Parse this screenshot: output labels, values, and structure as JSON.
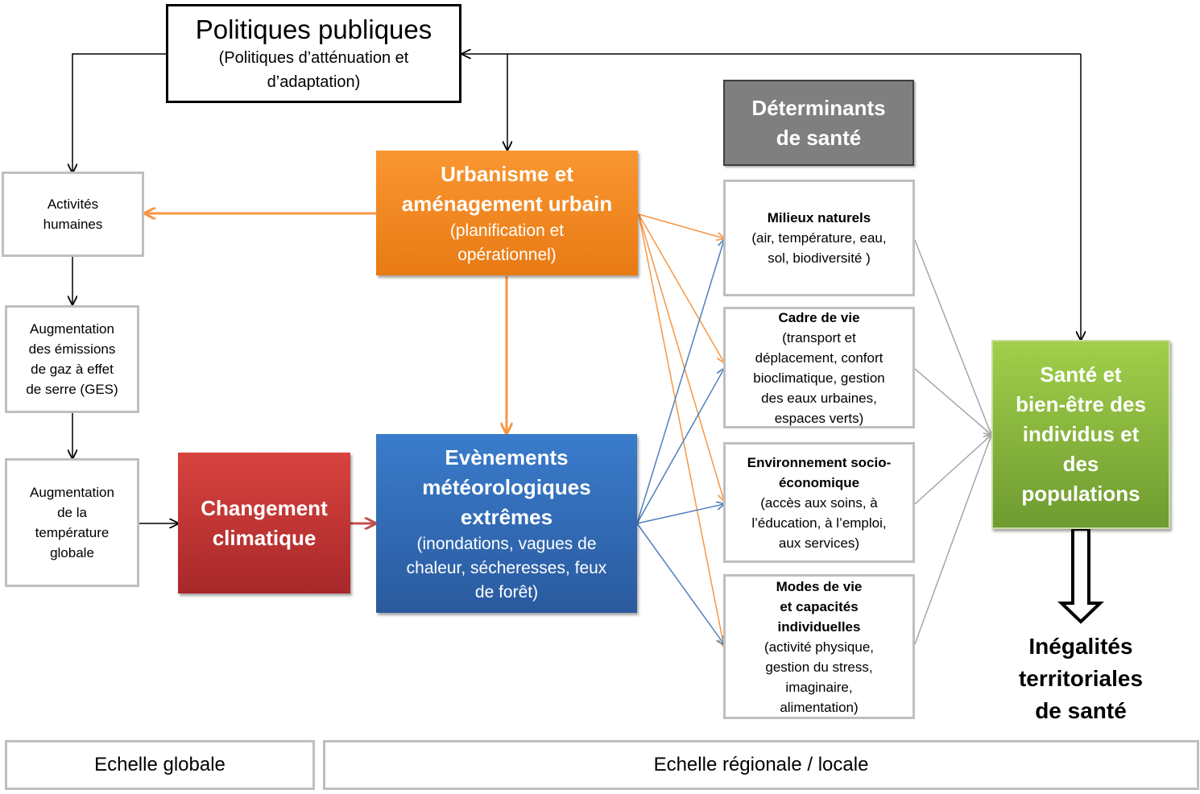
{
  "politiques": {
    "title": "Politiques publiques",
    "subtitle_1": "(Politiques d’atténuation et",
    "subtitle_2": "d’adaptation)"
  },
  "activites": {
    "line_1": "Activités",
    "line_2": "humaines"
  },
  "emissions": {
    "line_1": "Augmentation",
    "line_2": "des émissions",
    "line_3": "de gaz à effet",
    "line_4": "de serre (GES)"
  },
  "temperature": {
    "line_1": "Augmentation",
    "line_2": "de la",
    "line_3": "température",
    "line_4": "globale"
  },
  "changement": {
    "line_1": "Changement",
    "line_2": "climatique"
  },
  "urbanisme": {
    "title_1": "Urbanisme et",
    "title_2": "aménagement urbain",
    "sub_1": "(planification et",
    "sub_2": "opérationnel)"
  },
  "evenements": {
    "title_1": "Evènements",
    "title_2": "météorologiques",
    "title_3": "extrêmes",
    "sub_1": "(inondations, vagues de",
    "sub_2": "chaleur, sécheresses, feux",
    "sub_3": "de forêt)"
  },
  "determinants": {
    "line_1": "Déterminants",
    "line_2": "de santé"
  },
  "milieux": {
    "title": "Milieux naturels",
    "line_1": "(air, température, eau,",
    "line_2": "sol, biodiversité )"
  },
  "cadre": {
    "title": "Cadre de vie",
    "line_1": "(transport et",
    "line_2": "déplacement, confort",
    "line_3": "bioclimatique, gestion",
    "line_4": "des eaux urbaines,",
    "line_5": "espaces verts)"
  },
  "environnement": {
    "title_1": "Environnement socio-",
    "title_2": "économique",
    "line_1": "(accès aux soins, à",
    "line_2": "l’éducation, à l’emploi,",
    "line_3": "aux services)"
  },
  "modes": {
    "title_1": "Modes de vie",
    "title_2": "et capacités",
    "title_3": "individuelles",
    "line_1": "(activité physique,",
    "line_2": "gestion du stress,",
    "line_3": "imaginaire,",
    "line_4": "alimentation)"
  },
  "sante": {
    "line_1": "Santé et",
    "line_2": "bien-être des",
    "line_3": "individus et",
    "line_4": "des",
    "line_5": "populations"
  },
  "inegalites": {
    "line_1": "Inégalités",
    "line_2": "territoriales",
    "line_3": "de santé"
  },
  "scales": {
    "global": "Echelle globale",
    "regional": "Echelle régionale / locale"
  },
  "colors": {
    "orange": "#f79646",
    "blue": "#4f81bd",
    "red": "#c0504d",
    "gray": "#a6a6a6",
    "black": "#000000"
  }
}
